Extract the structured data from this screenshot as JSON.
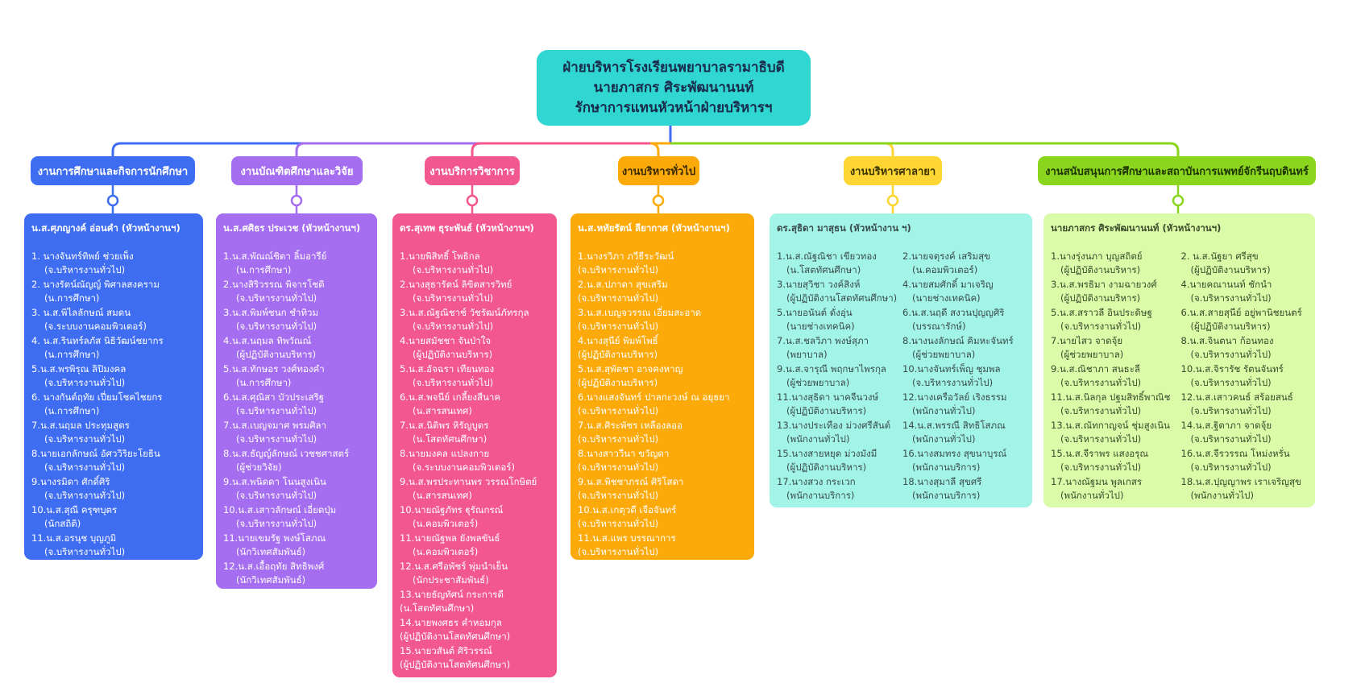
{
  "root": {
    "line1": "ฝ่ายบริหารโรงเรียนพยาบาลรามาธิบดี",
    "line2": "นายภาสกร ศิระพัฒนานนท์",
    "line3": "รักษาการแทนหัวหน้าฝ่ายบริหารฯ"
  },
  "colors": {
    "root": "#2fd6d2",
    "dept1": "#3f6df2",
    "dept2": "#a56df0",
    "dept3": "#f2588f",
    "dept4": "#fbaa0a",
    "dept5": "#fdd633",
    "dept6": "#8ad61f",
    "card5": "#a2f4e6",
    "card6": "#dafba8"
  },
  "departments": [
    {
      "name": "งานการศึกษาและกิจการนักศึกษา",
      "head": "น.ส.ศุภญางค์ อ่อนคำ (หัวหน้างานฯ)",
      "members": [
        {
          "n": "1. นางจันทร์ทิพย์ ช่วยเพ็ง",
          "r": "(จ.บริหารงานทั่วไป)"
        },
        {
          "n": "2. นางรัตน์ณัญญ์ พิศาลสงคราม",
          "r": "(น.การศึกษา)"
        },
        {
          "n": "3. น.ส.พิไลลักษณ์ สมดน",
          "r": "(จ.ระบบงานคอมพิวเตอร์)"
        },
        {
          "n": "4. น.ส.รินทร์ลภัส นิธิวัฒน์ชยากร",
          "r": "(น.การศึกษา)"
        },
        {
          "n": "5.น.ส.พรพิรุณ ลิปิมงคล",
          "r": "(จ.บริหารงานทั่วไป)"
        },
        {
          "n": "6. นางกันต์ฤทัย เปี่ยมโชคไชยกร",
          "r": "(น.การศึกษา)"
        },
        {
          "n": "7.น.ส.นฤมล ประทุมสูตร",
          "r": "(จ.บริหารงานทั่วไป)"
        },
        {
          "n": "8.นายเอกลักษณ์ อัศววิริยะโยธิน",
          "r": "(จ.บริหารงานทั่วไป)"
        },
        {
          "n": "9.นางรมิดา ศักดิ์ศิริ",
          "r": "(จ.บริหารงานทั่วไป)"
        },
        {
          "n": "10.น.ส.สุณี ครุฑบุตร",
          "r": "(นักสถิติ)"
        },
        {
          "n": "11.น.ส.อรนุช บุญภูมิ",
          "r": "(จ.บริหารงานทั่วไป)"
        }
      ]
    },
    {
      "name": "งานบัณฑิตศึกษาและวิจัย",
      "head": "น.ส.ศศิธร ประเวช (หัวหน้างานฯ)",
      "members": [
        {
          "n": "1.น.ส.พัณณ์ชิตา ลิ้มอารีย์",
          "r": "(น.การศึกษา)"
        },
        {
          "n": "2.นางสิริวรรณ พิจารโชติ",
          "r": "(จ.บริหารงานทั่วไป)"
        },
        {
          "n": "3.น.ส.พิมพ์ชนก ชำทิวม",
          "r": "(จ.บริหารงานทั่วไป)"
        },
        {
          "n": "4.น.ส.นฤมล ทิพวัณณ์",
          "r": "(ผู้ปฏิบัติงานบริหาร)"
        },
        {
          "n": "5.น.ส.ทักษอร วงศ์ทองคำ",
          "r": "(น.การศึกษา)"
        },
        {
          "n": "6.น.ส.ศุณิสา บัวประเสริฐ",
          "r": "(จ.บริหารงานทั่วไป)"
        },
        {
          "n": "7.น.ส.เบญจมาศ พรมศิลา",
          "r": "(จ.บริหารงานทั่วไป)"
        },
        {
          "n": "8.น.ส.ธัญญ์ลักษณ์ เวชชศาสตร์",
          "r": "(ผู้ช่วยวิจัย)"
        },
        {
          "n": "9.น.ส.พนิดดา โนนสูงเนิน",
          "r": "(จ.บริหารงานทั่วไป)"
        },
        {
          "n": "10.น.ส.เสาวลักษณ์ เอี่ยดปุ่ม",
          "r": "(จ.บริหารงานทั่วไป)"
        },
        {
          "n": "11.นายเขมรัฐ พงษ์โสภณ",
          "r": "(นักวิเทศสัมพันธ์)"
        },
        {
          "n": "12.น.ส.เอื้อฤทัย สิทธิพงศ์",
          "r": "(นักวิเทศสัมพันธ์)"
        }
      ]
    },
    {
      "name": "งานบริการวิชาการ",
      "head": "ดร.สุเทพ ธุระพันธ์ (หัวหน้างานฯ)",
      "members": [
        {
          "n": "1.นายพิสิทธิ์ โพธิกล",
          "r": "(จ.บริหารงานทั่วไป)"
        },
        {
          "n": "2.นางสุธารัตน์ ลิขิตสารวิทย์",
          "r": "(จ.บริหารงานทั่วไป)"
        },
        {
          "n": "3.น.ส.ณัฐณิชาช์ วัชรัฒน์ภัทรกุล",
          "r": "(จ.บริหารงานทั่วไป)"
        },
        {
          "n": "4.นายสมัชชา จันป่าใจ",
          "r": "(ผู้ปฏิบัติงานบริหาร)"
        },
        {
          "n": "5.น.ส.อัจฉรา เทียนทอง",
          "r": "(จ.บริหารงานทั่วไป)"
        },
        {
          "n": "6.น.ส.พจนีย์ เกลี้ยงสีนาค",
          "r": "(น.สารสนเทศ)"
        },
        {
          "n": "7.น.ส.นิติพร หิรัญบูตร",
          "r": "(น.โสตทัศนศึกษา)"
        },
        {
          "n": "8.นายมงคล แปลงกาย",
          "r": "(จ.ระบบงานคอมพิวเตอร์)"
        },
        {
          "n": "9.น.ส.พรประทานพร วรรณโกษิตย์",
          "r": "(น.สารสนเทศ)"
        },
        {
          "n": "10.นายณัฐภัทร ฐุรัณกรณ์",
          "r": "(น.คอมพิวเตอร์)"
        },
        {
          "n": "11.นายณัฐพล ยังพลขันธ์",
          "r": "(น.คอมพิวเตอร์)"
        },
        {
          "n": "12.น.ส.ศรีอพัชร์ พุ่มนำเย็น",
          "r": "(นักประชาสัมพันธ์)"
        },
        {
          "n": "13.นายธัญทัศน์ กระการดี",
          "r": "(น.โสตทัศนศึกษา)"
        },
        {
          "n": "14.นายพงศธร คำหอมกุล",
          "r": "(ผู้ปฏิบัติงานโสตทัศนศึกษา)"
        },
        {
          "n": "15.นายวสันต์ ศิริวรรณ์",
          "r": "(ผู้ปฏิบัติงานโสตทัศนศึกษา)"
        }
      ]
    },
    {
      "name": "งานบริหารทั่วไป",
      "head": "น.ส.หทัยรัตน์ ลียากาศ (หัวหน้างานฯ)",
      "members": [
        {
          "n": "1.นางรวิภา ภวีธีระวัฒน์",
          "r": "(จ.บริหารงานทั่วไป)"
        },
        {
          "n": "2.น.ส.ปภาดา สุขเสริม",
          "r": "(จ.บริหารงานทั่วไป)"
        },
        {
          "n": "3.น.ส.เบญจวรรณ เอี่ยมสะอาด",
          "r": "(จ.บริหารงานทั่วไป)"
        },
        {
          "n": "4.นางสุนีย์ พิมพ์โพธิ์",
          "r": "(ผู้ปฏิบัติงานบริหาร)"
        },
        {
          "n": "5.น.ส.สุพัตชา อาจคงหาญ",
          "r": "(ผู้ปฏิบัติงานบริหาร)"
        },
        {
          "n": "6.นางแสงจันทร์ ปาลกะวงษ์ ณ อยุธยา",
          "r": "(จ.บริหารงานทั่วไป)"
        },
        {
          "n": "7.น.ส.ศิระพัชร เหลืองลออ",
          "r": "(จ.บริหารงานทั่วไป)"
        },
        {
          "n": "8.นางสาววีนา ขวัญดา",
          "r": "(จ.บริหารงานทั่วไป)"
        },
        {
          "n": "9.น.ส.พิชชาภรณ์ ศิริโสดา",
          "r": "(จ.บริหารงานทั่วไป)"
        },
        {
          "n": "10.น.ส.เกตุวดี เจือจันทร์",
          "r": "(จ.บริหารงานทั่วไป)"
        },
        {
          "n": "11.น.ส.แพร บรรณาการ",
          "r": "(จ.บริหารงานทั่วไป)"
        }
      ]
    },
    {
      "name": "งานบริหารศาลายา",
      "head": "ดร.สุธิดา มาสุธน (หัวหน้างาน ฯ)",
      "members": [
        {
          "n": "1.น.ส.ณัฐณิชา เขียวทอง",
          "r": "(น.โสตทัศนศึกษา)"
        },
        {
          "n": "2.นายจตุรงค์ เสริมสุข",
          "r": "(น.คอมพิวเตอร์)"
        },
        {
          "n": "3.นายสุวิชา วงค์สิงห์",
          "r": "(ผู้ปฏิบัติงานโสตทัศนศึกษา)"
        },
        {
          "n": "4.นายสมศักดิ์ มาเจริญ",
          "r": "(นายช่างเทคนิค)"
        },
        {
          "n": "5.นายอนันต์ ดั่งอุ่น",
          "r": "(นายช่างเทคนิค)"
        },
        {
          "n": "6.น.ส.นฤดี สงวนปุญญศิริ",
          "r": "(บรรณารักษ์)"
        },
        {
          "n": "7.น.ส.ชลวิภา พงษ์สุภา",
          "r": "(พยาบาล)"
        },
        {
          "n": "8.นางนงลักษณ์ คิมหะจันทร์",
          "r": "(ผู้ช่วยพยาบาล)"
        },
        {
          "n": "9.น.ส.จารุณี พฤกษาไพรกุล",
          "r": "(ผู้ช่วยพยาบาล)"
        },
        {
          "n": "10.นางจันทร์เพ็ญ ชุมพล",
          "r": "(จ.บริหารงานทั่วไป)"
        },
        {
          "n": "11.นางสุธิดา นาคจีนวงษ์",
          "r": "(ผู้ปฏิบัติงานบริหาร)"
        },
        {
          "n": "12.นางเครือวัลย์ เริงธรรม",
          "r": "(พนักงานทั่วไป)"
        },
        {
          "n": "13.นางประเทือง ม่วงศรีสันต์",
          "r": "(พนักงานทั่วไป)"
        },
        {
          "n": "14.น.ส.พรรณี สิทธิโสภณ",
          "r": "(พนักงานทั่วไป)"
        },
        {
          "n": "15.นางสายหยุด ม่วงมังมี",
          "r": "(ผู้ปฏิบัติงานบริหาร)"
        },
        {
          "n": "16.นางสมทรง สุขนาบุรณ์",
          "r": "(พนักงานบริการ)"
        },
        {
          "n": "17.นางสวง กระเวก",
          "r": "(พนักงานบริการ)"
        },
        {
          "n": "18.นางสุมาลี สุขศรี",
          "r": "(พนักงานบริการ)"
        }
      ]
    },
    {
      "name": "งานสนับสนุนการศึกษาและสถาบันการแพทย์จักรีนฤบดินทร์",
      "head": "นายภาสกร ศิระพัฒนานนท์ (หัวหน้างานฯ)",
      "members": [
        {
          "n": "1.นางรุ่งนภา บุญสถิตย์",
          "r": "(ผู้ปฏิบัติงานบริหาร)"
        },
        {
          "n": "2. น.ส.นัฐยา ศรีสุข",
          "r": "(ผู้ปฏิบัติงานบริหาร)"
        },
        {
          "n": "3.น.ส.พรธิมา งามฉายวงศ์",
          "r": "(ผู้ปฏิบัติงานบริหาร)"
        },
        {
          "n": "4.นายคณานนท์ ชักนำ",
          "r": "(จ.บริหารงานทั่วไป)"
        },
        {
          "n": "5.น.ส.สราวลี อินประดิษฐ",
          "r": "(จ.บริหารงานทั่วไป)"
        },
        {
          "n": "6.น.ส.สายสุนีย์ อยู่พานิชยนตร์",
          "r": "(ผู้ปฏิบัติงานบริหาร)"
        },
        {
          "n": "7.นายไสว จาดจุ้ย",
          "r": "(ผู้ช่วยพยาบาล)"
        },
        {
          "n": "8.น.ส.จินตนา ก้อนทอง",
          "r": "(จ.บริหารงานทั่วไป)"
        },
        {
          "n": "9.น.ส.ณิชาภา สนธะลี",
          "r": "(จ.บริหารงานทั่วไป)"
        },
        {
          "n": "10.น.ส.จิรารัช รัตนจันทร์",
          "r": "(จ.บริหารงานทั่วไป)"
        },
        {
          "n": "11.น.ส.นิลกุล ปฐมสิทธิ์พาณิช",
          "r": "(จ.บริหารงานทั่วไป)"
        },
        {
          "n": "12.น.ส.เสาวคนธ์ สร้อยสนธ์",
          "r": "(จ.บริหารงานทั่วไป)"
        },
        {
          "n": "13.น.ส.ณัทกาญจน์ ชุ่มสูงเนิน",
          "r": "(จ.บริหารงานทั่วไป)"
        },
        {
          "n": "14.น.ส.ฐิตาภา จาดจุ้ย",
          "r": "(จ.บริหารงานทั่วไป)"
        },
        {
          "n": "15.น.ส.จีราพร แสงอรุณ",
          "r": "(จ.บริหารงานทั่วไป)"
        },
        {
          "n": "16.น.ส.จีรวรรณ โหม่งหรั่น",
          "r": "(จ.บริหารงานทั่วไป)"
        },
        {
          "n": "17.นางณัฐมน พูลเกสร",
          "r": "(พนักงานทั่วไป)"
        },
        {
          "n": "18.น.ส.ปุญญาพร เราเจริญสุข",
          "r": "(พนักงานทั่วไป)"
        }
      ]
    }
  ]
}
